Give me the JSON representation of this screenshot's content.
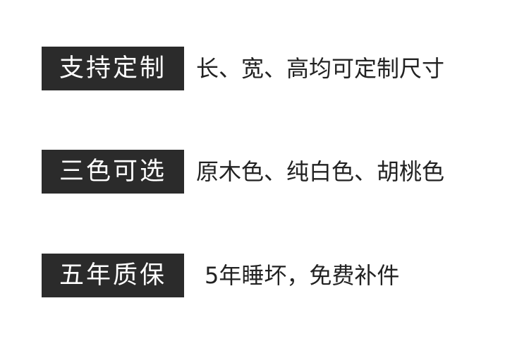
{
  "features": [
    {
      "badge": "支持定制",
      "description": "长、宽、高均可定制尺寸"
    },
    {
      "badge": "三色可选",
      "description": "原木色、纯白色、胡桃色"
    },
    {
      "badge": "五年质保",
      "description": "5年睡坏，免费补件"
    }
  ],
  "colors": {
    "badge_background": "#2b2b2b",
    "badge_text": "#ffffff",
    "description_text": "#222222",
    "page_background": "#ffffff"
  }
}
